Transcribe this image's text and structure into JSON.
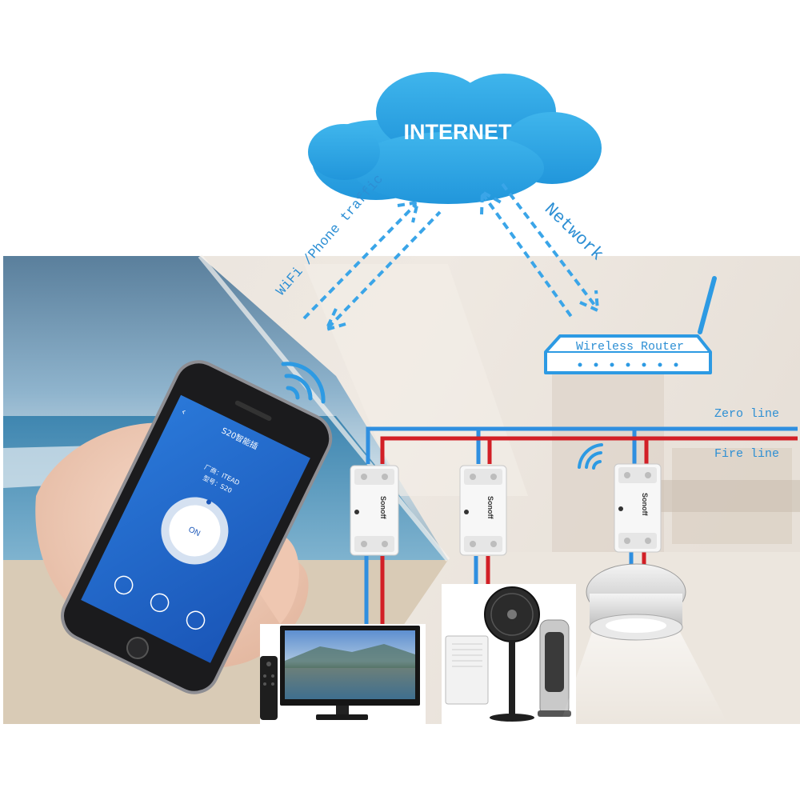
{
  "cloud": {
    "label": "INTERNET",
    "color": "#2ea8e6"
  },
  "links": {
    "phone_label": "WiFi /Phone traffic",
    "router_label": "Network"
  },
  "router": {
    "label": "Wireless Router"
  },
  "wires": {
    "zero_label": "Zero line",
    "fire_label": "Fire line",
    "zero_color": "#2f8fe0",
    "fire_color": "#d21f26"
  },
  "phone": {
    "app_title": "S20智能插",
    "vendor_line": "厂商：ITEAD",
    "model_line": "型号：S20",
    "power_button": "ON",
    "screen_color": "#1e63c8"
  },
  "switch_module": {
    "brand": "Sonoff"
  },
  "devices": [
    "television",
    "dehumidifier",
    "fan",
    "heater",
    "ceiling-light"
  ]
}
